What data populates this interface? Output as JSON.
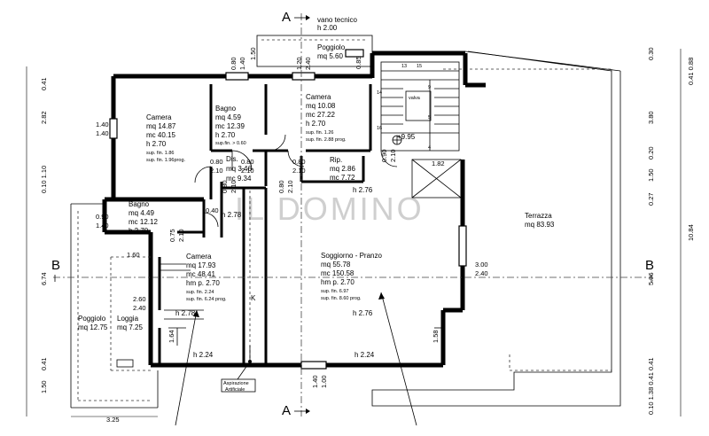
{
  "watermark": "IL DOMINO",
  "section_markers": {
    "a": "A",
    "b": "B"
  },
  "rooms": {
    "vano_tecnico": {
      "name": "vano tecnico",
      "h": "h 2.00"
    },
    "poggiolo_top": {
      "name": "Poggiolo",
      "mq": "mq 5.60"
    },
    "camera1": {
      "name": "Camera",
      "mq": "mq 14.87",
      "mc": "mc 40.15",
      "h": "h 2.70",
      "sup": "sup. fin. 1.86",
      "sup2": "sup. fin. 1.96prog."
    },
    "bagno1": {
      "name": "Bagno",
      "mq": "mq 4.59",
      "mc": "mc 12.39",
      "h": "h 2.70",
      "sup": "sup.fin. > 0.60"
    },
    "camera2": {
      "name": "Camera",
      "mq": "mq 10.08",
      "mc": "mc 27.22",
      "h": "h 2.70",
      "sup": "sup. fin. 1.26",
      "sup2": "sup. fin. 2.88 prog."
    },
    "dis": {
      "name": "Dis.",
      "mq": "mq 3.46",
      "mc": "mc 9.34"
    },
    "rip": {
      "name": "Rip.",
      "mq": "mq 2.86",
      "mc": "mc 7.72"
    },
    "bagno2": {
      "name": "Bagno",
      "mq": "mq 4.49",
      "mc": "mc 12.12",
      "h": "h 2.70"
    },
    "camera3": {
      "name": "Camera",
      "mq": "mq 17.93",
      "mc": "mc 48.41",
      "h": "hm p. 2.70",
      "sup": "sup. fin. 2.24",
      "sup2": "sup. fin. 6.24 prog."
    },
    "soggiorno": {
      "name": "Soggiorno - Pranzo",
      "mq": "mq 55.78",
      "mc": "mc 150.58",
      "h": "hm p. 2.70",
      "sup": "sup. fin. 6.97",
      "sup2": "sup. fin. 8.60 prog."
    },
    "terrazza": {
      "name": "Terrazza",
      "mq": "mq 83.93"
    },
    "poggiolo_left": {
      "name": "Poggiolo",
      "mq": "mq 12.75"
    },
    "loggia": {
      "name": "Loggia",
      "mq": "mq 7.25"
    }
  },
  "labels": {
    "h276_a": "h 2.76",
    "h276_b": "h 2.76",
    "h278_a": "h 2.78",
    "h278_b": "h 2.78",
    "h224_a": "h 2.24",
    "h224_b": "h 2.24",
    "level": "+9.95",
    "k": "K",
    "aspirazione": "Aspirazione",
    "artificiale": "Artificiale",
    "valve": "valva"
  },
  "dims": {
    "d080a": "0.80",
    "d140a": "1.40",
    "d150": "1.50",
    "d120": "1.20",
    "d240a": "2.40",
    "d085": "0.85",
    "d140b": "1.40",
    "d140c": "1.40",
    "d080b": "0.80",
    "d210a": "2.10",
    "d080c": "0.80",
    "d210b": "2.10",
    "d080d": "0.80",
    "d210c": "2.10",
    "d090": "0.90",
    "d210d": "2.10",
    "d182": "1.82",
    "d080e": "0.80",
    "d210e": "2.10",
    "d080f": "0.80",
    "d210f": "2.10",
    "d090b": "0.90",
    "d140d": "1.40",
    "d040": "0.40",
    "d075": "0.75",
    "d210g": "2.10",
    "d160": "1.60",
    "d260": "2.60",
    "d240b": "2.40",
    "d164": "1.64",
    "d300": "3.00",
    "d240c": "2.40",
    "d158": "1.58",
    "d140e": "1.40",
    "d100": "1.00",
    "d325": "3.25",
    "l041a": "0.41",
    "l282": "2.82",
    "l110": "0.10 1.10",
    "l674": "6.74",
    "l041b": "0.41",
    "l150": "1.50",
    "r030": "0.30",
    "r041": "0.41 0.88",
    "r380": "3.80",
    "r020": "0.20",
    "r150": "1.50",
    "r027": "0.27",
    "r1084": "10.84",
    "r596": "5.96",
    "r041b": "0.41",
    "r138": "0.10 1.38 0.41",
    "s13": "13",
    "s15": "15",
    "s14": "14",
    "s9": "9",
    "s5": "5",
    "s16": "16",
    "s4": "4"
  },
  "colors": {
    "line": "#000000",
    "watermark": "#cfcfcf",
    "background": "#ffffff"
  }
}
